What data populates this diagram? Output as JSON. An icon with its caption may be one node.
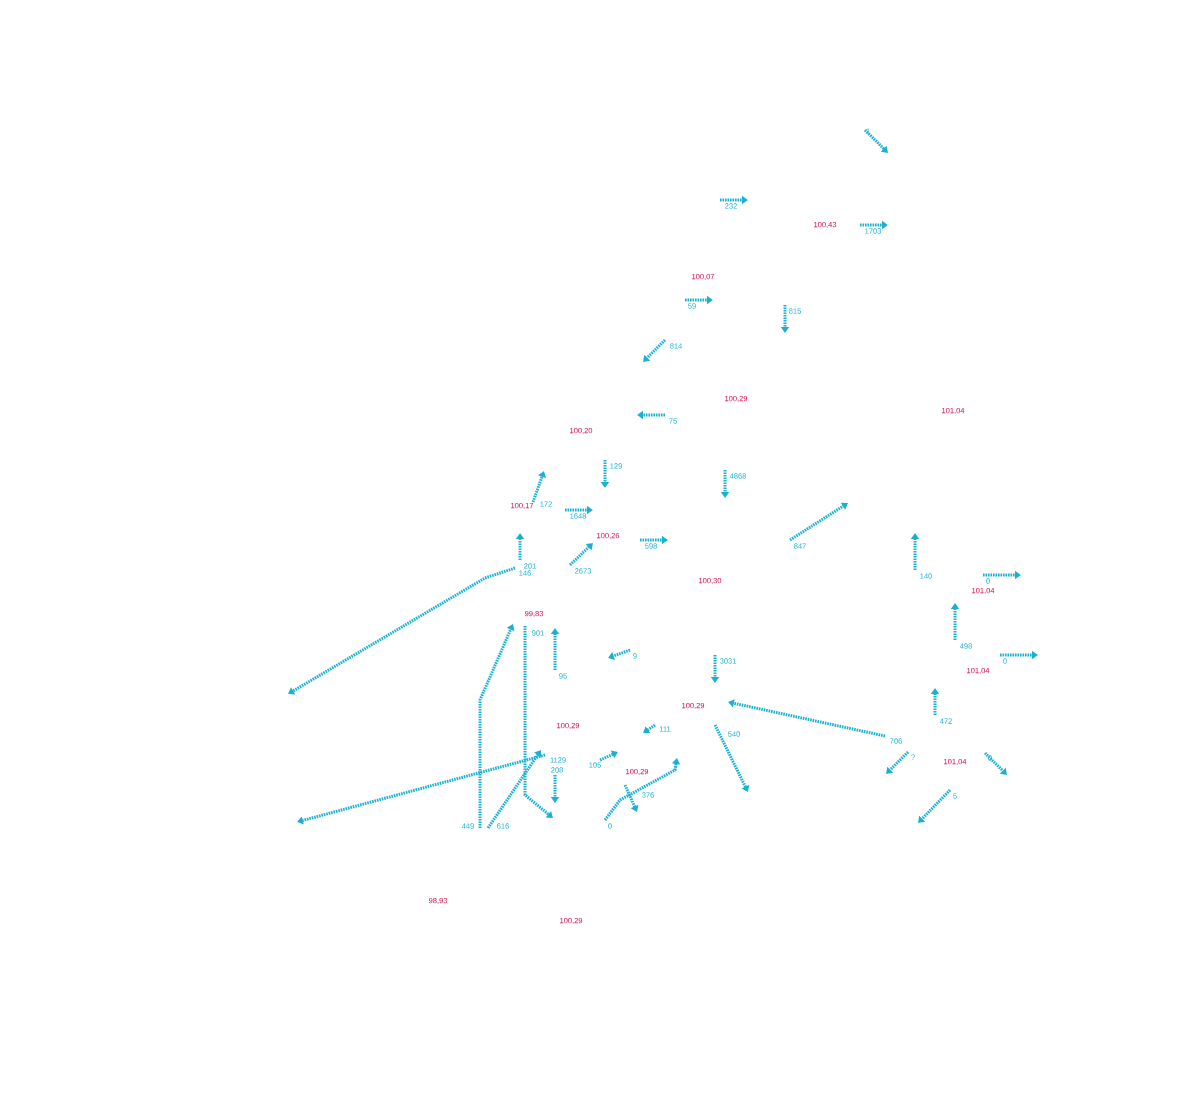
{
  "diagram": {
    "labels": [
      "1",
      "232",
      "100,43",
      "1703",
      "100,07",
      "59",
      "815",
      "814",
      "100,29",
      "101,04",
      "75",
      "100,20",
      "129",
      "4868",
      "100,17",
      "172",
      "1648",
      "100,26",
      "598",
      "847",
      "201",
      "2673",
      "146",
      "140",
      "0",
      "100,30",
      "101,04",
      "99,83",
      "901",
      "498",
      "9",
      "0",
      "3031",
      "101,04",
      "95",
      "100,29",
      "472",
      "100,29",
      "111",
      "540",
      "706",
      "?",
      "0",
      "1129",
      "101,04",
      "105",
      "208",
      "100,29",
      "376",
      "5",
      "449",
      "616",
      "0",
      "98,93",
      "100,29"
    ]
  }
}
